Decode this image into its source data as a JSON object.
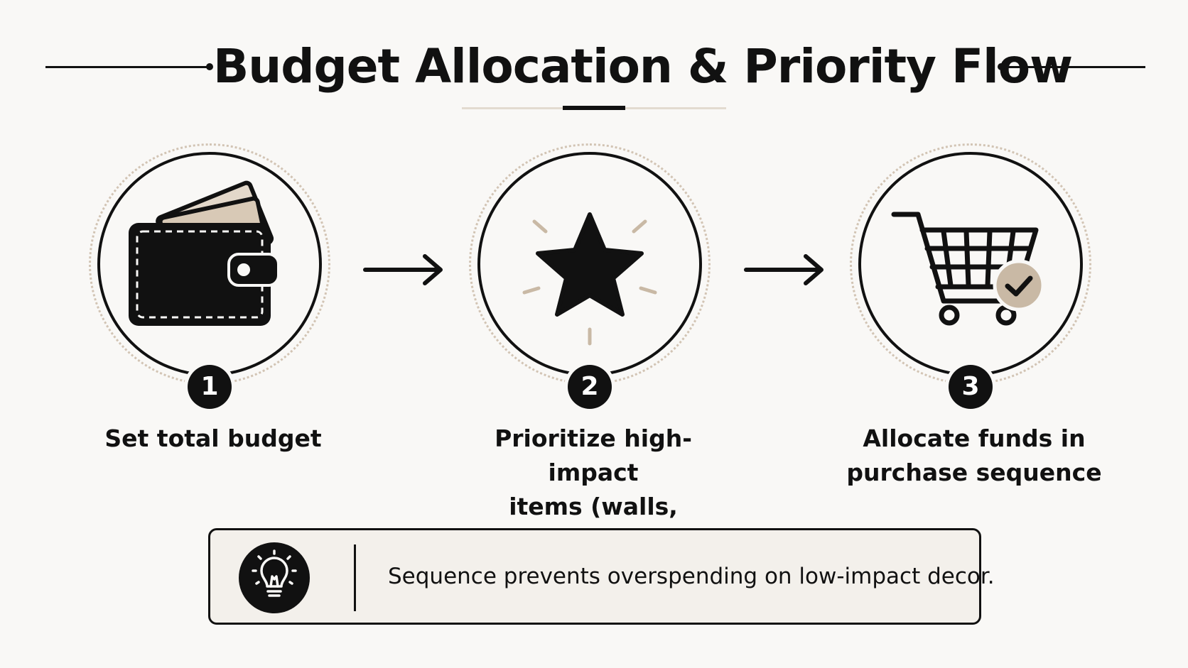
{
  "title": "Budget Allocation & Priority Flow",
  "steps": [
    {
      "number": "1",
      "label": "Set total budget",
      "icon": "wallet-icon"
    },
    {
      "number": "2",
      "label": "Prioritize high-impact\nitems (walls, lighting)",
      "icon": "star-icon"
    },
    {
      "number": "3",
      "label": "Allocate funds in\npurchase sequence",
      "icon": "shopping-cart-check-icon"
    }
  ],
  "tip": {
    "icon": "lightbulb-icon",
    "text": "Sequence prevents overspending on low-impact decor."
  },
  "colors": {
    "background": "#f9f8f6",
    "primary": "#111111",
    "accent_beige": "#d2c4b4",
    "tip_background": "#f3f0eb"
  }
}
